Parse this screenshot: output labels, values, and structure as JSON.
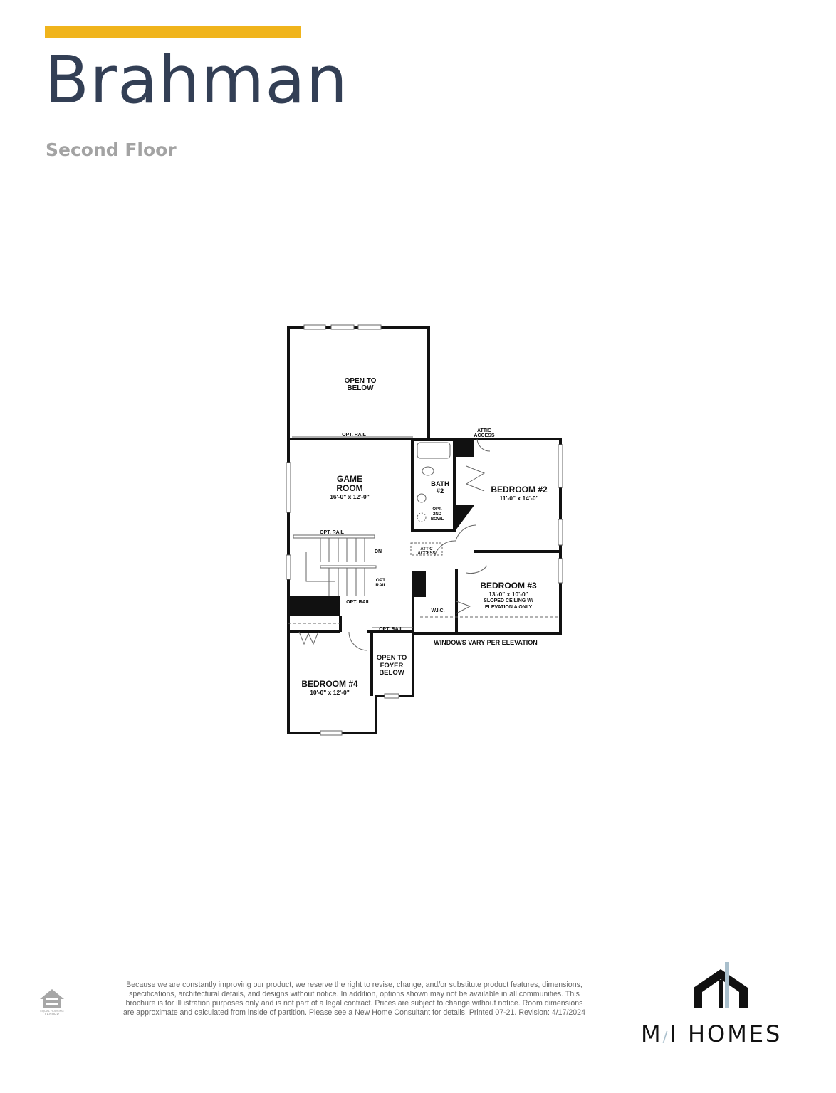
{
  "header": {
    "title": "Brahman",
    "subtitle": "Second Floor",
    "accent_color": "#f0b41c",
    "title_color": "#333f55"
  },
  "plan": {
    "open_to_below": [
      "OPEN TO",
      "BELOW"
    ],
    "opt_rail": "OPT. RAIL",
    "attic_access": [
      "ATTIC",
      "ACCESS"
    ],
    "game_room": {
      "name": [
        "GAME",
        "ROOM"
      ],
      "dims": "16'-0\" x 12'-0\""
    },
    "bath2": [
      "BATH",
      "#2"
    ],
    "opt_2nd_bowl": [
      "OPT.",
      "2ND",
      "BOWL"
    ],
    "bedroom2": {
      "name": "BEDROOM #2",
      "dims": "11'-0\" x 14'-0\""
    },
    "dn": "DN",
    "opt_rail_split": [
      "OPT.",
      "RAIL"
    ],
    "bedroom3": {
      "name": "BEDROOM #3",
      "dims": "13'-0\" x 10'-0\"",
      "note": [
        "SLOPED CEILING W/",
        "ELEVATION A ONLY"
      ]
    },
    "wic": "W.I.C.",
    "windows_note": "WINDOWS VARY PER ELEVATION",
    "open_to_foyer": [
      "OPEN TO",
      "FOYER",
      "BELOW"
    ],
    "bedroom4": {
      "name": "BEDROOM #4",
      "dims": "10'-0\" x 12'-0\""
    }
  },
  "footer": {
    "disclaimer": "Because we are constantly improving our product, we reserve the right to revise, change, and/or substitute product features, dimensions, specifications, architectural details, and designs without notice. In addition, options shown may not be available in all communities. This brochure is for illustration purposes only and is not part of a legal contract. Prices are subject to change without notice. Room dimensions are approximate and calculated from inside of partition. Please see a New Home Consultant for details. Printed 07-21. Revision: 4/17/2024",
    "equal_housing_logo": "EQUAL HOUSING LENDER",
    "brand_logo": "M/I HOMES",
    "brand_accent": "#a9bfcc"
  }
}
